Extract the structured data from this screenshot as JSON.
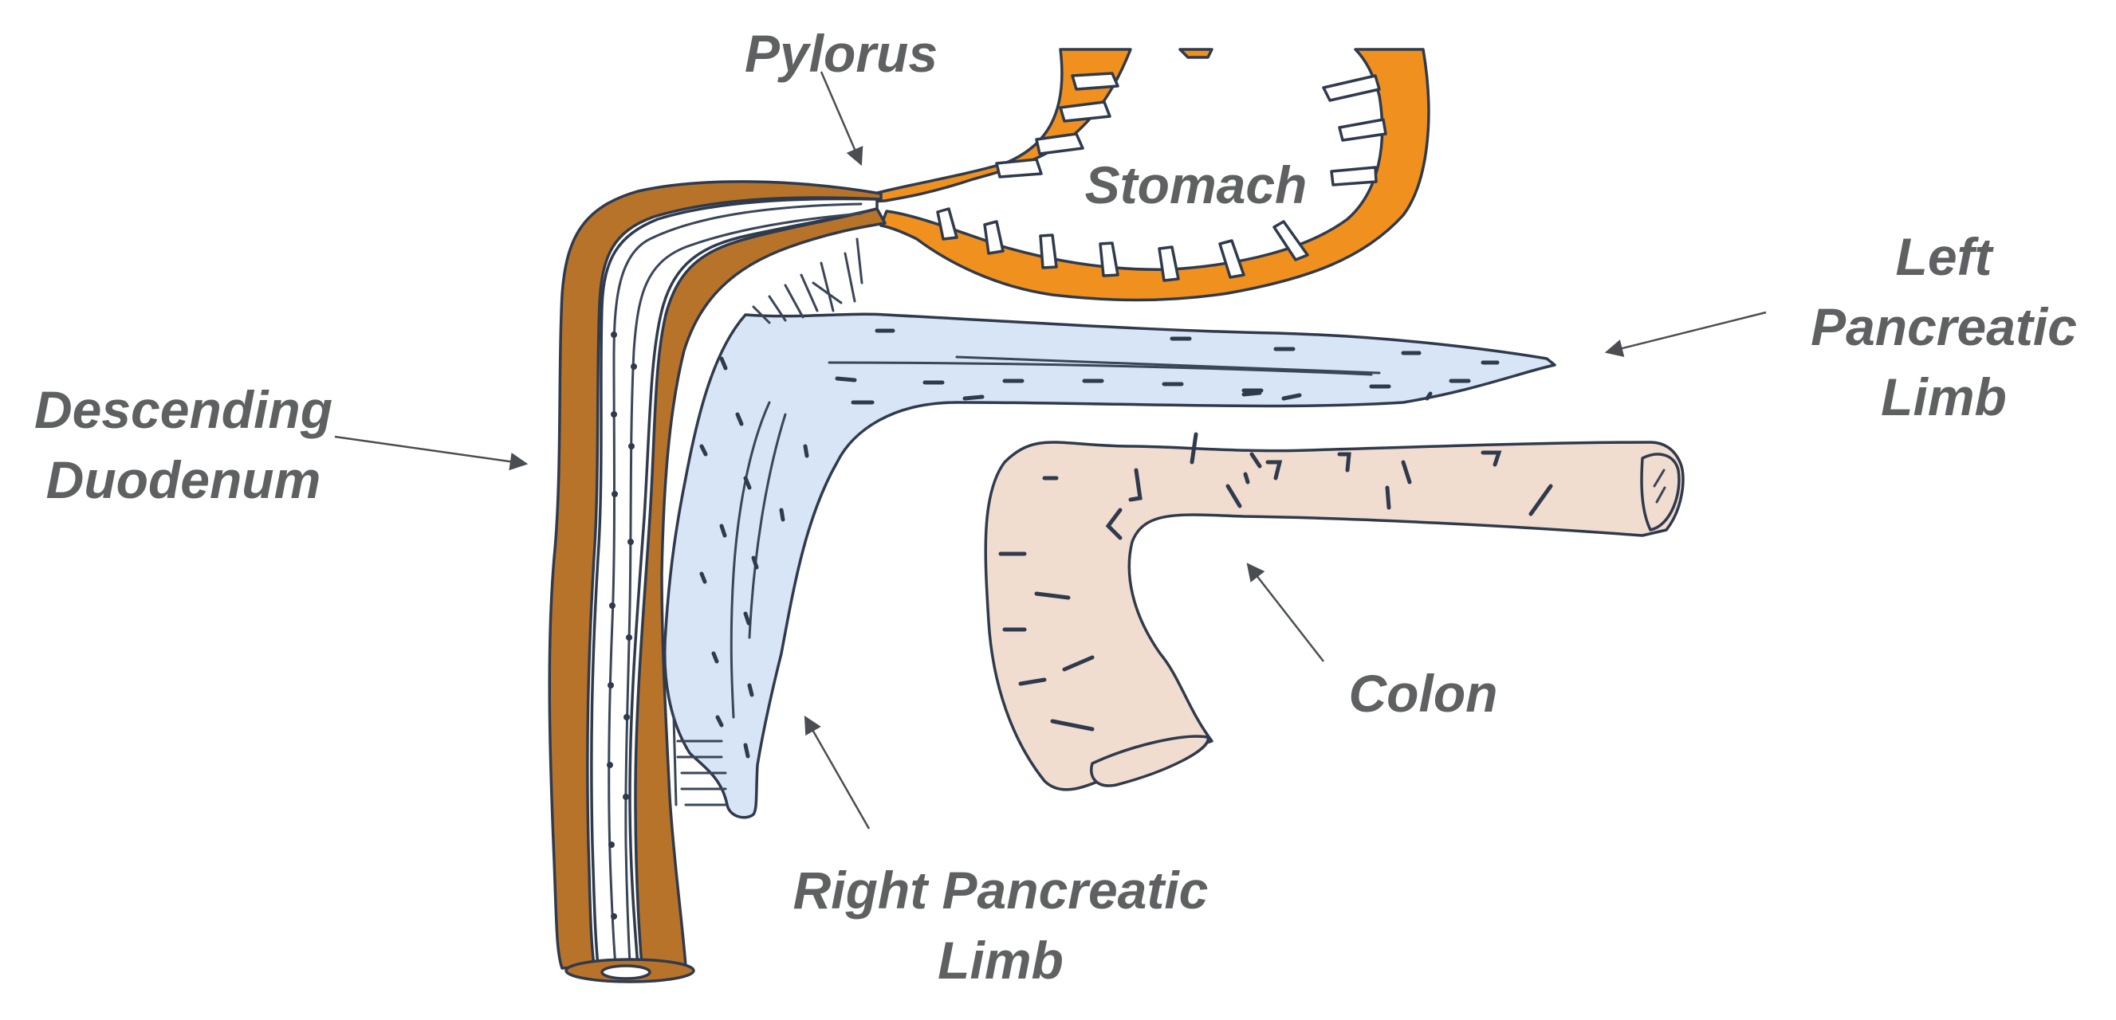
{
  "labels": {
    "pylorus": "Pylorus",
    "stomach": "Stomach",
    "left_pancreatic_limb": [
      "Left",
      "Pancreatic",
      "Limb"
    ],
    "descending_duodenum": [
      "Descending",
      "Duodenum"
    ],
    "colon": "Colon",
    "right_pancreatic_limb": [
      "Right Pancreatic",
      "Limb"
    ]
  },
  "colors": {
    "stomach": "#f0901e",
    "duodenum": "#b8732a",
    "pancreas": "#d7e5f7",
    "colon": "#f1dcd0",
    "outline": "#2f3a4c",
    "label_text": "#5f6062"
  }
}
